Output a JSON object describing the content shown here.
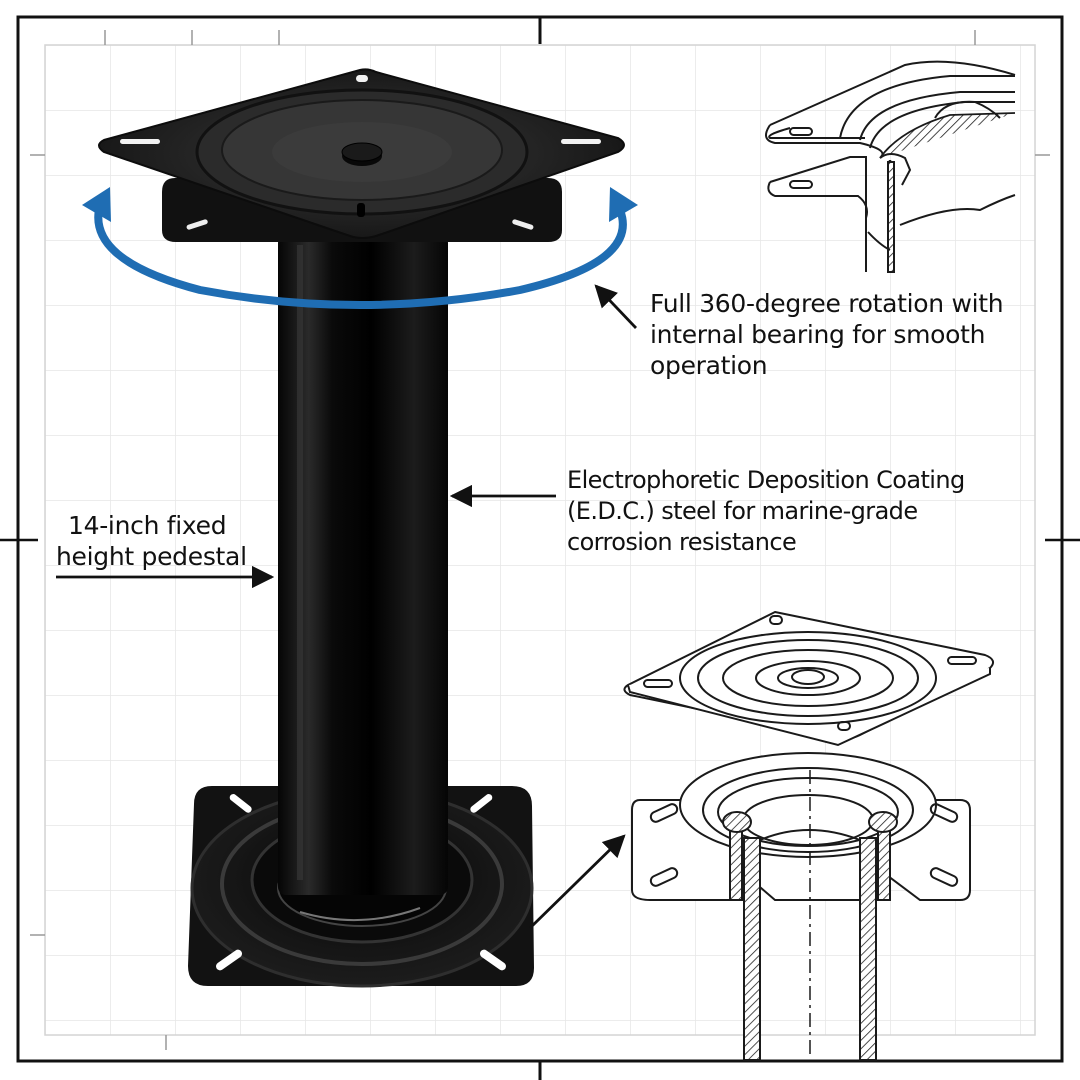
{
  "figure": {
    "type": "product-feature-infographic",
    "subject": "boat seat swivel pedestal",
    "accent_color": "#1f6db3",
    "frame_color": "#111111",
    "grid_color": "#e4e4e4",
    "product_color": "#151515"
  },
  "callouts": {
    "rotation": {
      "lines": [
        "Full 360-degree rotation with",
        "internal bearing for smooth",
        "operation"
      ]
    },
    "coating": {
      "lines": [
        "Electrophoretic Deposition Coating",
        "(E.D.C.) steel for marine-grade",
        "corrosion resistance"
      ]
    },
    "height": {
      "lines": [
        "14-inch fixed",
        "height pedestal"
      ]
    }
  },
  "illustrations": {
    "top_detail": "cutaway-swivel-bearing-section",
    "bottom_detail": "exploded-swivel-plate-and-tube-section",
    "photo": "black-pedestal-with-swivel-top-and-square-base"
  },
  "icons": {
    "rotation_arrow": "rotation-arrow-icon",
    "pointer_arrows": "pointer-arrow-icon"
  }
}
